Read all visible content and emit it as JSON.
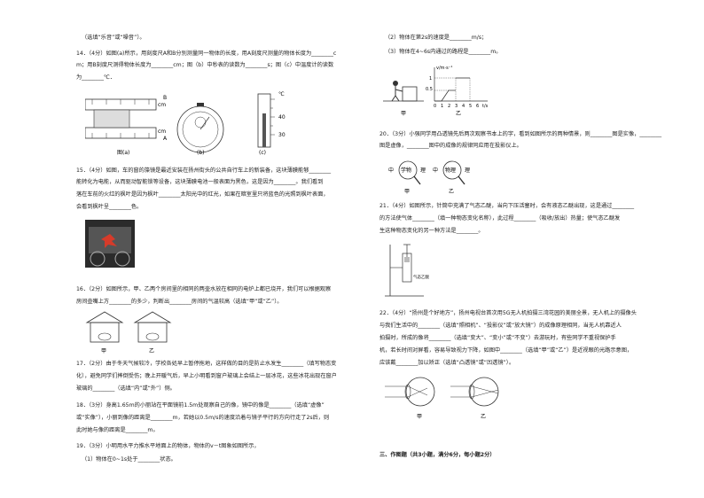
{
  "left": {
    "lines": [
      "（选填“乐音”或“噪音”）。",
      "14．（4分）如图(a)所示，用刻度尺A和B分别测量同一物体的长度，用A刻度尺测量的物体长度为________c",
      "m；用B刻度尺测得物体长度为________cm；图（b）中秒表的读数为________s；图（c）中温度计的读数",
      "为________℃．",
      "15．（4分）如图，车的窗的藻镜是最近安装在扬州街头的公共自行车上的新装备，这块薄膜能够________",
      "能转化为电能，从而驱动智能锁等设备，这块薄膜电池一般表面为黑色，这是因为________。我们看到",
      "落在车前的火红的枫叶是因为枫叶________太阳光中的红光，如果在暗室里只将蓝色的光照到枫叶表面，",
      "会看到枫叶呈________色。",
      "16．（2分）如图所示，甲、乙两个房间里的相同的两壶水放在相同的电炉上都已烧开，我们可以根据观察",
      "房间壶嘴上方________的多少，判断出________房间的气温较高（选填“甲”或“乙”）。",
      "17．（2分）由于冬天气候较冷，学校各処早上暂停拖地，这样做的目的是防止水发生________（填写物态变",
      "化），避免同学们摔倒受伤；晚上开暖气后，早上小明看到窗户玻璃上会结上一层冰花，这些冰花出现在窗户",
      "玻璃的________（选填“内”或“外”）侧。",
      "18．（3分）身高1.65m的小丽站在平面镜前1.5m处观察自己的像，镜中的像是________（选填“虚像”",
      "或“实像”），小丽到像的距离是________m，若她以0.5m/s的速度沿着与镜子平行的方向行走了2s后，则",
      "此时她与像的距离是________m。",
      "19．（3分）小明用水平力推水平地面上的物体，物体的v－t图象如图所示，",
      "（1）物体在0~1s处于________状态。"
    ],
    "fig14_labels": {
      "a": "A",
      "b": "B",
      "cm1": "cm",
      "cm2": "cm",
      "a_cap": "图(a)",
      "b_cap": "(b)",
      "c_cap": "(c)",
      "unit": "℃",
      "t40": "40",
      "t30": "30"
    },
    "fig16_caps": {
      "jia": "甲",
      "yi": "乙"
    }
  },
  "right": {
    "lines": [
      "（2）物体在第2s的速度是________m/s；",
      "（3）物体在4~6s内通过的路程是________m。",
      "20．（3分）小强同学用凸透镜先后两次观察书本上的字，看到如图所示的两种情景，则________图是实像，________",
      "图是虚像，________图中的成像的规律同应用在投影仪上。",
      "21．（4分）如图所示，针筒中充满了气态乙醚，当向下压活塞时，会有液态乙醚出现，这是通过________",
      "的方法使气体________（填一种物态变化名称），此过程________（吸收/放出）热量；使气态乙醚发",
      "生这种物态变化的另一种方法是________。",
      "22．（4分）“扬州是个好地方”，扬州电视台首次用5G无人机拍摄三湾花园的美丽全景，无人机上的摄像头",
      "与我们生活中的________（选填“照相机”、“投影仪”或“放大镜”）的成像原理相同，当无人机靠近人",
      "拍摄时，所成的像将________（选填“变大”、“变小”或“不变”）去游玩时，有些同学不重视保护手",
      "机，若长时间对屏看，容易导致视力下降，如图中________（选填“甲”或“乙”）是近视眼的光路示意图，",
      "应该戴________加以矫正（选填“凸透镜”或“凹透镜”）。",
      "三、作图题（共3小题，满分6分，每小题2分）"
    ],
    "graph": {
      "ylabel": "v/m·s⁻¹",
      "y1": "1",
      "y05": "0.5",
      "xticks": [
        "0",
        "1",
        "2",
        "3",
        "4",
        "5",
        "6"
      ],
      "xunit": "t/s"
    },
    "fig19_caps": {
      "jia": "甲",
      "yi": "乙"
    },
    "fig20": {
      "left_text": "学物",
      "right_text": "物理",
      "jia": "甲",
      "yi": "乙",
      "left_side": "中",
      "right_side": "理",
      "left_side2": "中",
      "right_side2": "理"
    },
    "fig21": {
      "label": "气态乙醚"
    },
    "fig22_caps": {
      "jia": "甲",
      "yi": "乙"
    }
  }
}
